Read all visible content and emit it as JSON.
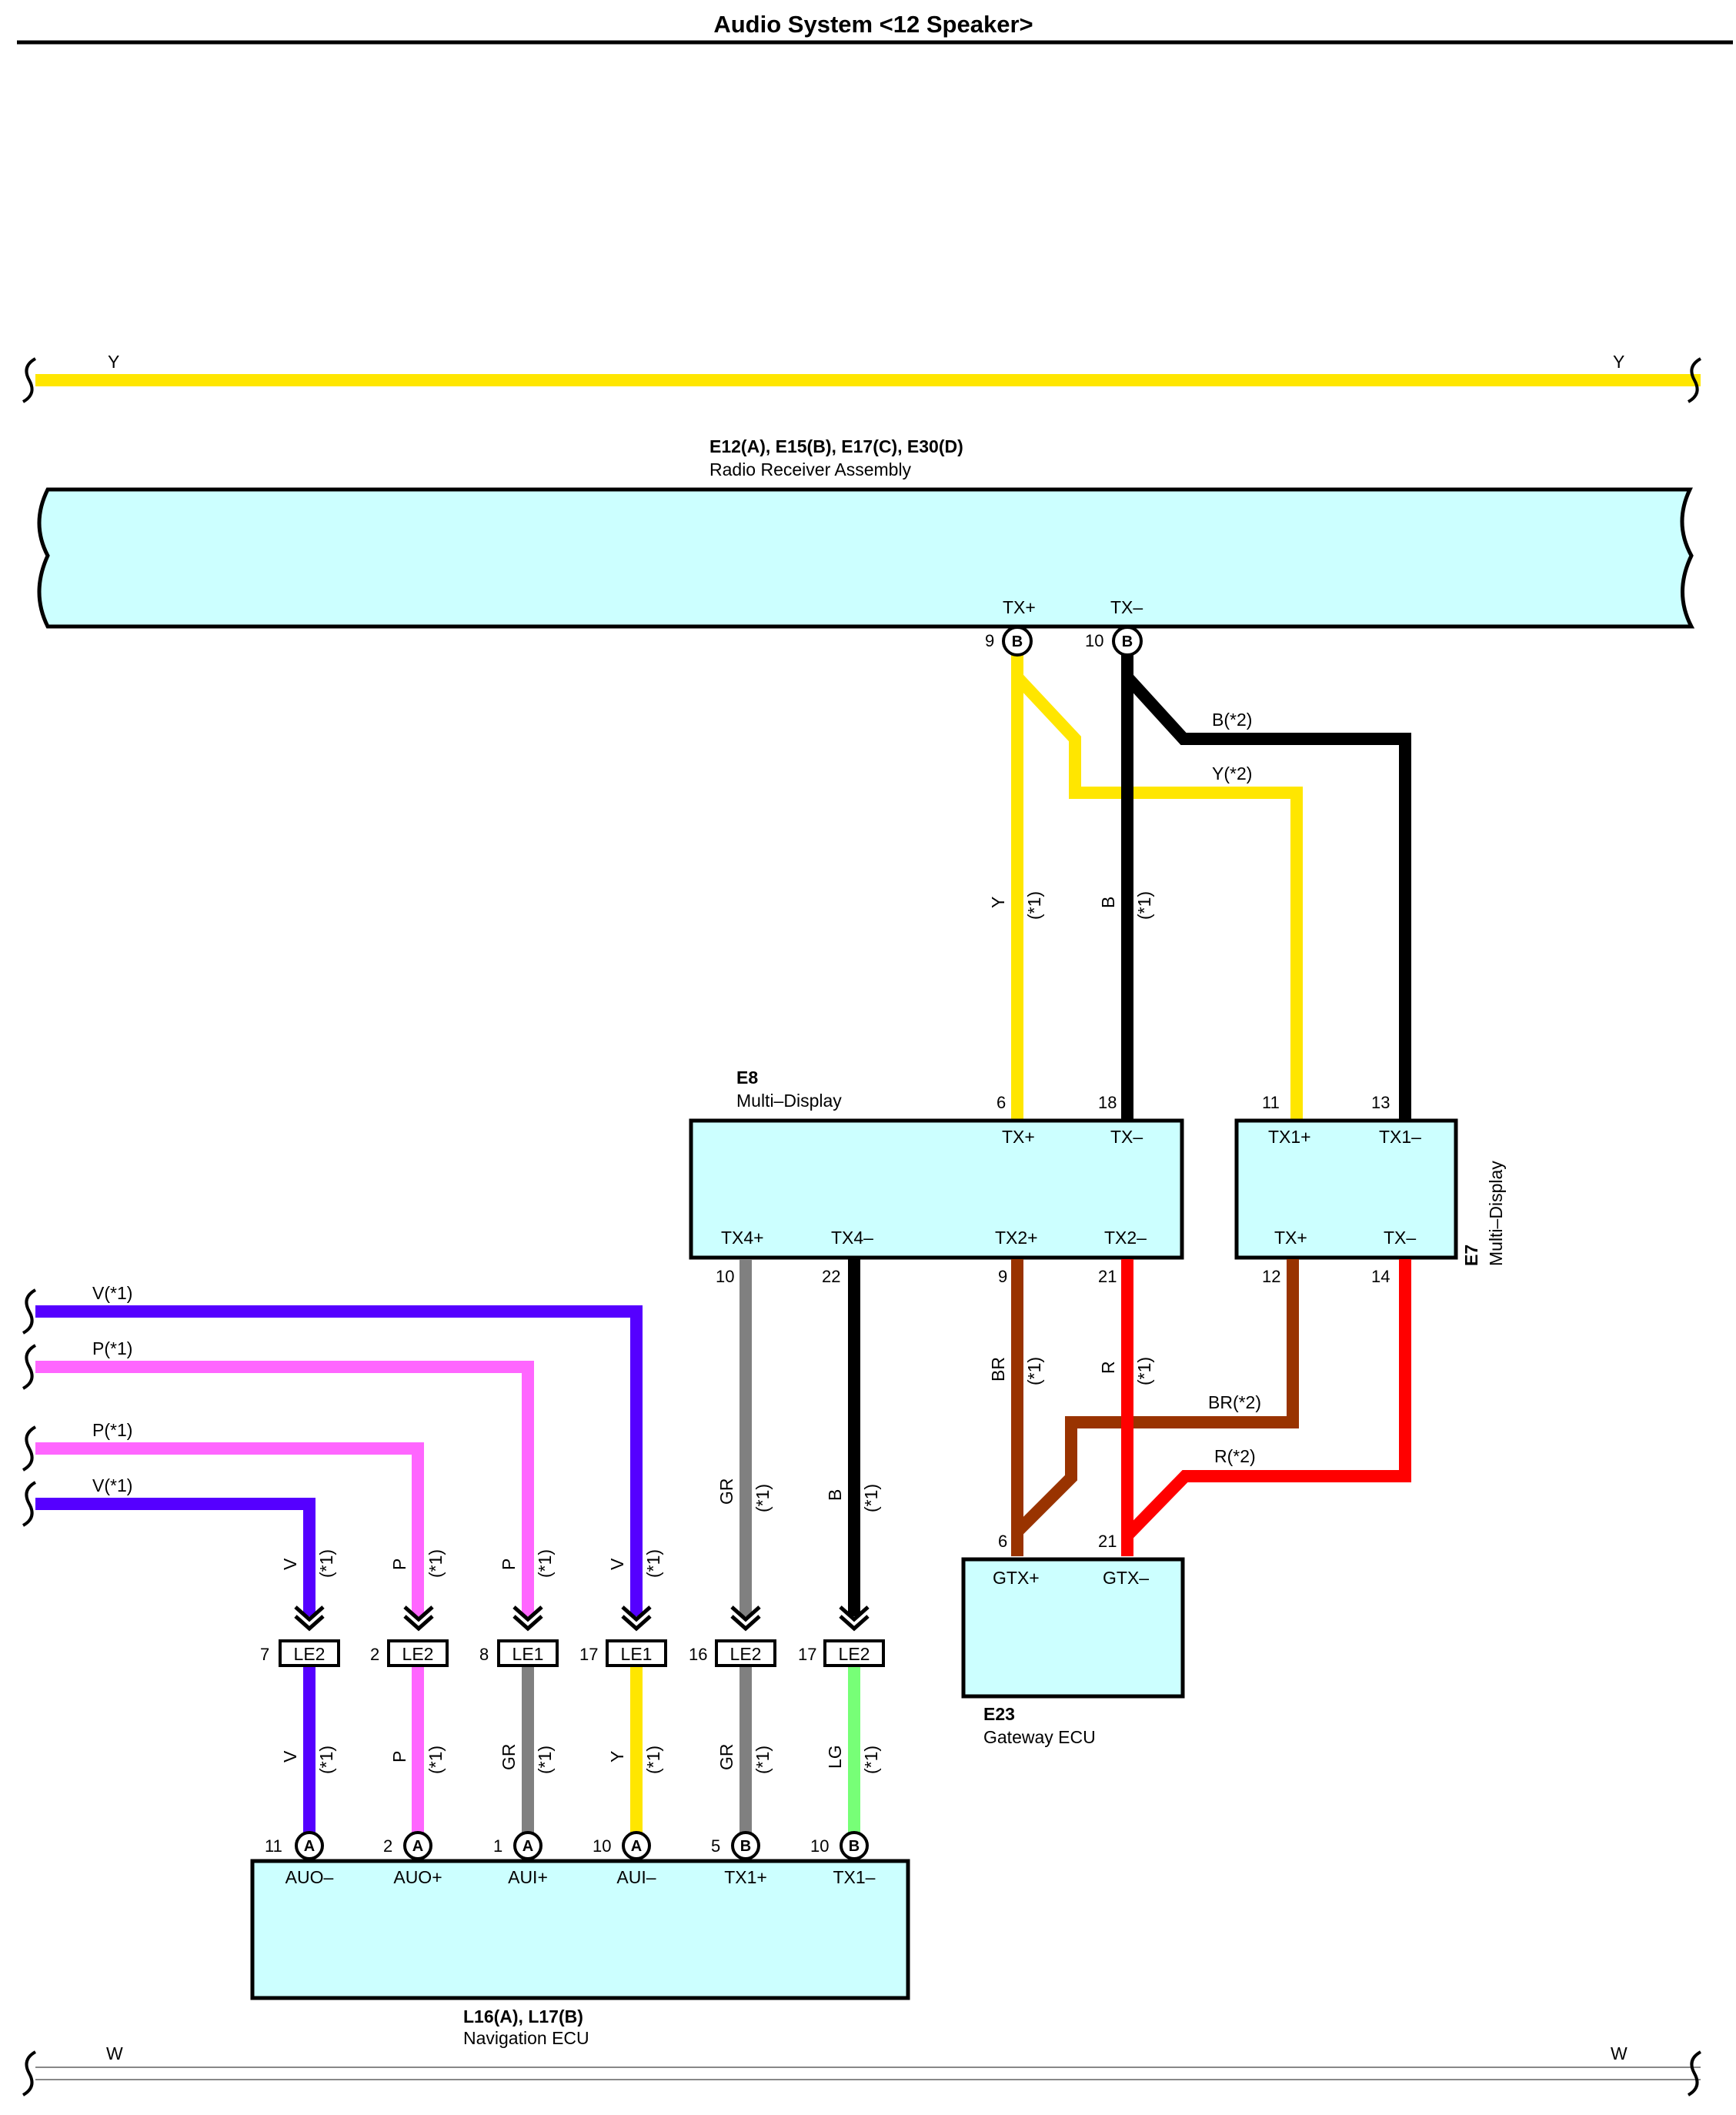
{
  "title": "Audio System <12 Speaker>",
  "bus_top": {
    "label_left": "Y",
    "label_right": "Y",
    "color": "#ffe600"
  },
  "bus_bottom": {
    "label_left": "W",
    "label_right": "W"
  },
  "radio": {
    "code": "E12(A), E15(B), E17(C), E30(D)",
    "name": "Radio Receiver Assembly",
    "pins": [
      {
        "num": "9",
        "conn": "B",
        "name": "TX+"
      },
      {
        "num": "10",
        "conn": "B",
        "name": "TX–"
      }
    ]
  },
  "e8": {
    "code": "E8",
    "name": "Multi–Display",
    "top_pins": [
      {
        "num": "6",
        "name": "TX+"
      },
      {
        "num": "18",
        "name": "TX–"
      }
    ],
    "bottom_pins": [
      {
        "num": "10",
        "name": "TX4+"
      },
      {
        "num": "22",
        "name": "TX4–"
      },
      {
        "num": "9",
        "name": "TX2+"
      },
      {
        "num": "21",
        "name": "TX2–"
      }
    ]
  },
  "e7": {
    "code": "E7",
    "name": "Multi–Display",
    "top_pins": [
      {
        "num": "11",
        "name": "TX1+"
      },
      {
        "num": "13",
        "name": "TX1–"
      }
    ],
    "bottom_pins": [
      {
        "num": "12",
        "name": "TX+"
      },
      {
        "num": "14",
        "name": "TX–"
      }
    ]
  },
  "e23": {
    "code": "E23",
    "name": "Gateway ECU",
    "pins": [
      {
        "num": "6",
        "name": "GTX+"
      },
      {
        "num": "21",
        "name": "GTX–"
      }
    ]
  },
  "nav": {
    "code": "L16(A), L17(B)",
    "name": "Navigation ECU",
    "pins": [
      {
        "num": "11",
        "conn": "A",
        "name": "AUO–"
      },
      {
        "num": "2",
        "conn": "A",
        "name": "AUO+"
      },
      {
        "num": "1",
        "conn": "A",
        "name": "AUI+"
      },
      {
        "num": "10",
        "conn": "A",
        "name": "AUI–"
      },
      {
        "num": "5",
        "conn": "B",
        "name": "TX1+"
      },
      {
        "num": "10",
        "conn": "B",
        "name": "TX1–"
      }
    ]
  },
  "junctions": [
    {
      "pin": "7",
      "label": "LE2"
    },
    {
      "pin": "2",
      "label": "LE2"
    },
    {
      "pin": "8",
      "label": "LE1"
    },
    {
      "pin": "17",
      "label": "LE1"
    },
    {
      "pin": "16",
      "label": "LE2"
    },
    {
      "pin": "17",
      "label": "LE2"
    }
  ],
  "wire_labels": {
    "radio_y": "Y",
    "radio_b": "B",
    "note1": "(*1)",
    "b2": "B(*2)",
    "y2": "Y(*2)",
    "br2": "BR(*2)",
    "r2": "R(*2)",
    "e8_br": "BR",
    "e8_r": "R",
    "gr": "GR",
    "b": "B",
    "side_v1": "V(*1)",
    "side_p1": "P(*1)",
    "side_p2": "P(*1)",
    "side_v2": "V(*1)",
    "upper": [
      "V",
      "P",
      "P",
      "V"
    ],
    "lower": [
      "V",
      "P",
      "GR",
      "Y",
      "GR",
      "LG"
    ]
  },
  "colors": {
    "yellow": "#ffe600",
    "black": "#000000",
    "violet": "#5500ff",
    "pink": "#ff66ff",
    "gray": "#808080",
    "brown": "#993300",
    "red": "#ff0000",
    "lightgreen": "#77ff77"
  }
}
